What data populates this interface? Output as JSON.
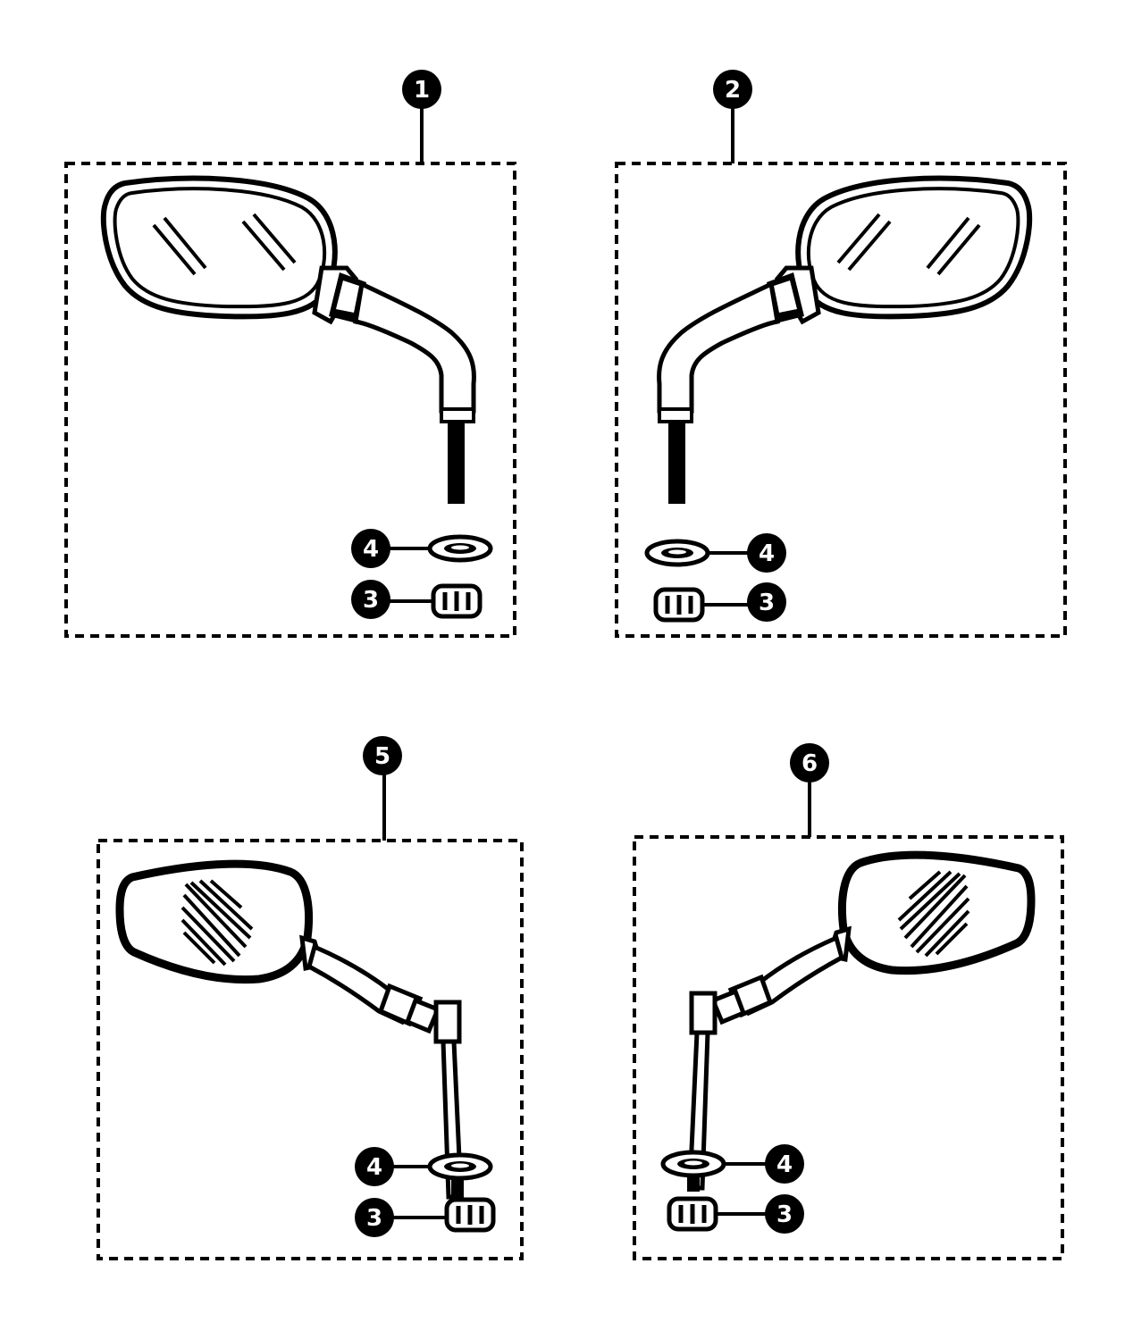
{
  "colors": {
    "ink": "#000000",
    "paper": "#ffffff"
  },
  "groups": [
    {
      "id": "mirror-left",
      "number": "1",
      "mirror_style": "oval",
      "side": "left",
      "washer_number": "4",
      "nut_number": "3"
    },
    {
      "id": "mirror-right",
      "number": "2",
      "mirror_style": "oval",
      "side": "right",
      "washer_number": "4",
      "nut_number": "3"
    },
    {
      "id": "mirror-left-alt",
      "number": "5",
      "mirror_style": "angular",
      "side": "left",
      "washer_number": "4",
      "nut_number": "3"
    },
    {
      "id": "mirror-right-alt",
      "number": "6",
      "mirror_style": "angular",
      "side": "right",
      "washer_number": "4",
      "nut_number": "3"
    }
  ]
}
